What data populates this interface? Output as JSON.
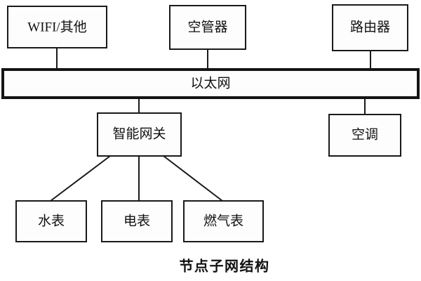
{
  "diagram": {
    "caption": "节点子网结构",
    "background_color": "#ffffff",
    "line_color": "#1a1a1a",
    "box_fill": "#fdfdfd",
    "bus": {
      "label": "以太网",
      "name": "ethernet-bus"
    },
    "top_nodes": [
      {
        "label": "WIFI/其他",
        "name": "node-wifi-other"
      },
      {
        "label": "空管器",
        "name": "node-air-controller"
      },
      {
        "label": "路由器",
        "name": "node-router"
      }
    ],
    "mid_nodes": [
      {
        "label": "智能网关",
        "name": "node-smart-gateway"
      },
      {
        "label": "空调",
        "name": "node-air-conditioner"
      }
    ],
    "leaf_nodes": [
      {
        "label": "水表",
        "name": "node-water-meter"
      },
      {
        "label": "电表",
        "name": "node-electric-meter"
      },
      {
        "label": "燃气表",
        "name": "node-gas-meter"
      }
    ]
  }
}
